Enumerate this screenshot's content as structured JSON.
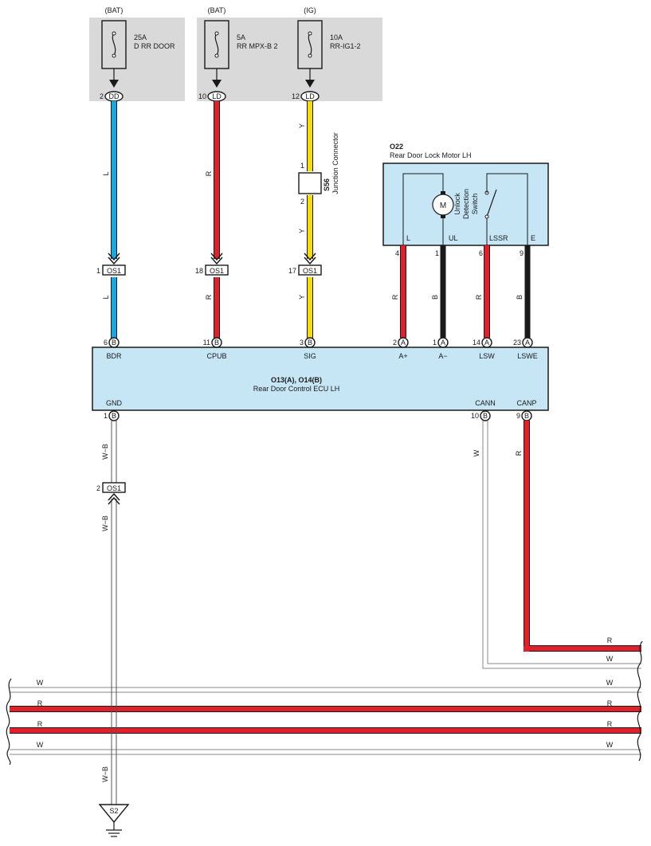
{
  "fuses": [
    {
      "source": "(BAT)",
      "rating": "25A",
      "name": "D RR DOOR",
      "pin": "2",
      "connector": "DD"
    },
    {
      "source": "(BAT)",
      "rating": "5A",
      "name": "RR MPX-B 2",
      "pin": "10",
      "connector": "LD"
    },
    {
      "source": "(IG)",
      "rating": "10A",
      "name": "RR-IG1-2",
      "pin": "12",
      "connector": "LD"
    }
  ],
  "junction_connector": {
    "id": "S56",
    "name": "Junction Connector",
    "pin_in": "1",
    "pin_out": "2"
  },
  "motor": {
    "id": "O22",
    "name": "Rear Door Lock Motor LH",
    "motor_label": "M",
    "switch_label_1": "Unlock",
    "switch_label_2": "Detection",
    "switch_label_3": "Switch",
    "terminals": [
      "L",
      "UL",
      "LSSR",
      "E"
    ],
    "pins": [
      "4",
      "1",
      "6",
      "9"
    ]
  },
  "os1_top": [
    {
      "pin": "1",
      "label": "OS1"
    },
    {
      "pin": "18",
      "label": "OS1"
    },
    {
      "pin": "17",
      "label": "OS1"
    }
  ],
  "os1_bottom": {
    "pin": "2",
    "label": "OS1"
  },
  "ecu": {
    "id": "O13(A), O14(B)",
    "name": "Rear Door Control ECU LH",
    "top_terminals": [
      {
        "pin": "6",
        "conn": "B",
        "name": "BDR"
      },
      {
        "pin": "11",
        "conn": "B",
        "name": "CPUB"
      },
      {
        "pin": "3",
        "conn": "B",
        "name": "SIG"
      },
      {
        "pin": "2",
        "conn": "A",
        "name": "A+"
      },
      {
        "pin": "1",
        "conn": "A",
        "name": "A−"
      },
      {
        "pin": "14",
        "conn": "A",
        "name": "LSW"
      },
      {
        "pin": "23",
        "conn": "A",
        "name": "LSWE"
      }
    ],
    "bottom_terminals": [
      {
        "pin": "1",
        "conn": "B",
        "name": "GND"
      },
      {
        "pin": "10",
        "conn": "B",
        "name": "CANN"
      },
      {
        "pin": "9",
        "conn": "B",
        "name": "CANP"
      }
    ]
  },
  "wire_colors": {
    "L": "L",
    "R": "R",
    "Y": "Y",
    "B": "B",
    "W": "W",
    "WB": "W−B"
  },
  "bus_lines": [
    "R",
    "W",
    "W",
    "R",
    "R",
    "W"
  ],
  "ground": {
    "label": "S2"
  },
  "colors": {
    "blue": "#1aa6e0",
    "red": "#e0202a",
    "yellow": "#f5dc0a",
    "black": "#1a1a1a",
    "fuse_box_bg": "#d9d9d9",
    "component_bg": "#c6e6f5"
  }
}
